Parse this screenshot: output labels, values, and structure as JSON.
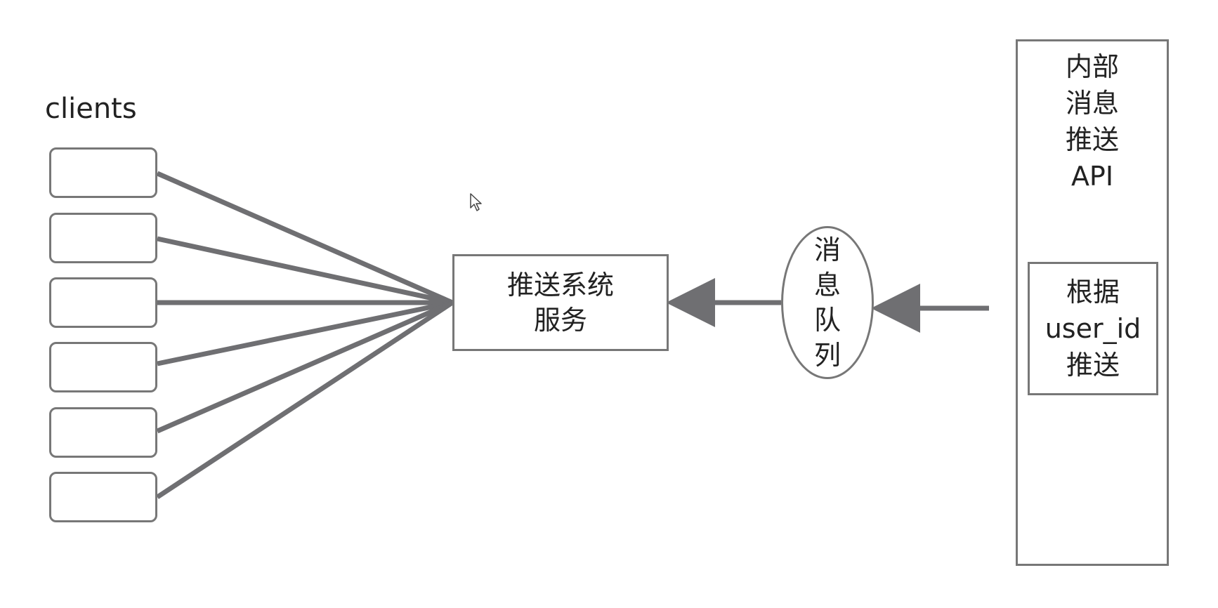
{
  "clients": {
    "label": "clients",
    "count": 6
  },
  "push_service": {
    "label": "推送系统\n服务"
  },
  "message_queue": {
    "label": "消\n息\n队\n列"
  },
  "internal_api": {
    "title": "内部\n消息\n推送\nAPI",
    "inner_label": "根据\nuser_id\n推送"
  },
  "colors": {
    "stroke": "#777777",
    "line": "#6f6f72",
    "text": "#222222",
    "background": "#ffffff"
  }
}
